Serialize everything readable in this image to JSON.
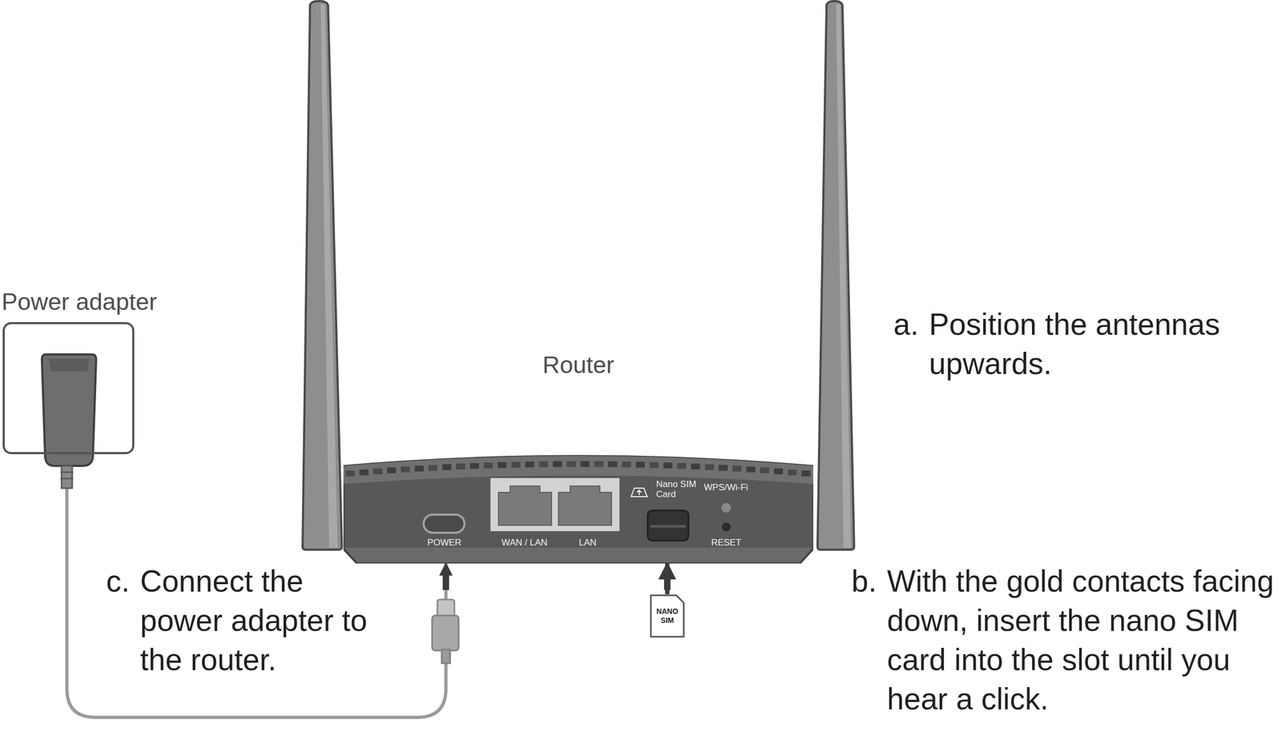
{
  "diagram": {
    "nodes": [
      {
        "text": [
          "Power adapter"
        ]
      },
      {
        "text": [
          "Router"
        ]
      },
      {
        "text": [
          "NANO SIM"
        ]
      }
    ],
    "edges": [
      {
        "from": 0,
        "to": 1,
        "arrow": "to"
      },
      {
        "from": 2,
        "to": 1,
        "arrow": "to"
      }
    ],
    "labels": [
      "a.",
      "Position the antennas upwards.",
      "b.",
      "With the gold contacts facing down, insert the nano SIM card into the slot until you hear a click.",
      "c.",
      "Connect the power adapter to the router.",
      "POWER",
      "WAN / LAN",
      "LAN",
      "Nano SIM Card",
      "WPS/Wi-Fi",
      "RESET"
    ]
  }
}
